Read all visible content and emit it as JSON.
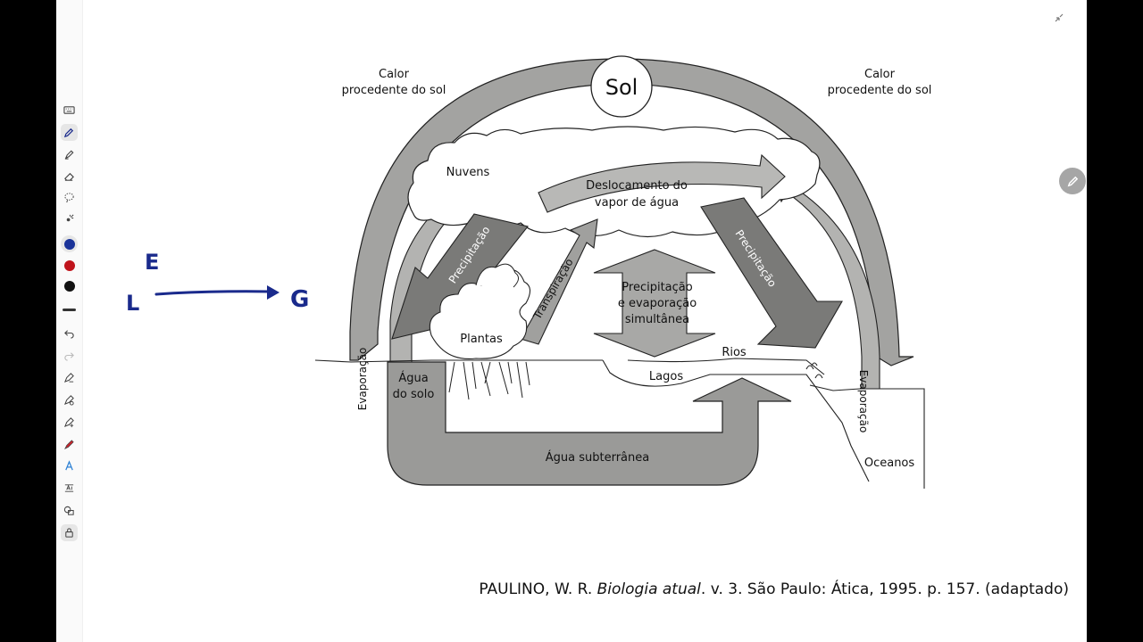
{
  "diagram": {
    "sun": "Sol",
    "heat_left": [
      "Calor",
      "procedente do sol"
    ],
    "heat_right": [
      "Calor",
      "procedente do sol"
    ],
    "clouds": "Nuvens",
    "vapor": [
      "Deslocamento do",
      "vapor de água"
    ],
    "precip_left": "Precipitação",
    "precip_right": "Precipitação",
    "transpiration": "Transpiração",
    "simultaneous": [
      "Precipitação",
      "e evaporação",
      "simultânea"
    ],
    "plants": "Plantas",
    "rivers": "Rios",
    "lakes": "Lagos",
    "soil_water": [
      "Água",
      "do solo"
    ],
    "groundwater": "Água subterrânea",
    "evap_left": "Evaporação",
    "evap_right": "Evaporação",
    "oceans": "Oceanos"
  },
  "annotation": {
    "letter_top": "E",
    "letter_left": "L",
    "letter_right": "G",
    "ink_color": "#1a2a8c"
  },
  "citation": {
    "before": "PAULINO, W. R. ",
    "title": "Biologia atual",
    "after": ". v. 3. São Paulo: Ática, 1995. p. 157. (adaptado)"
  },
  "toolbar": {
    "colors": [
      "#1a3399",
      "#c0141c",
      "#111111"
    ]
  }
}
